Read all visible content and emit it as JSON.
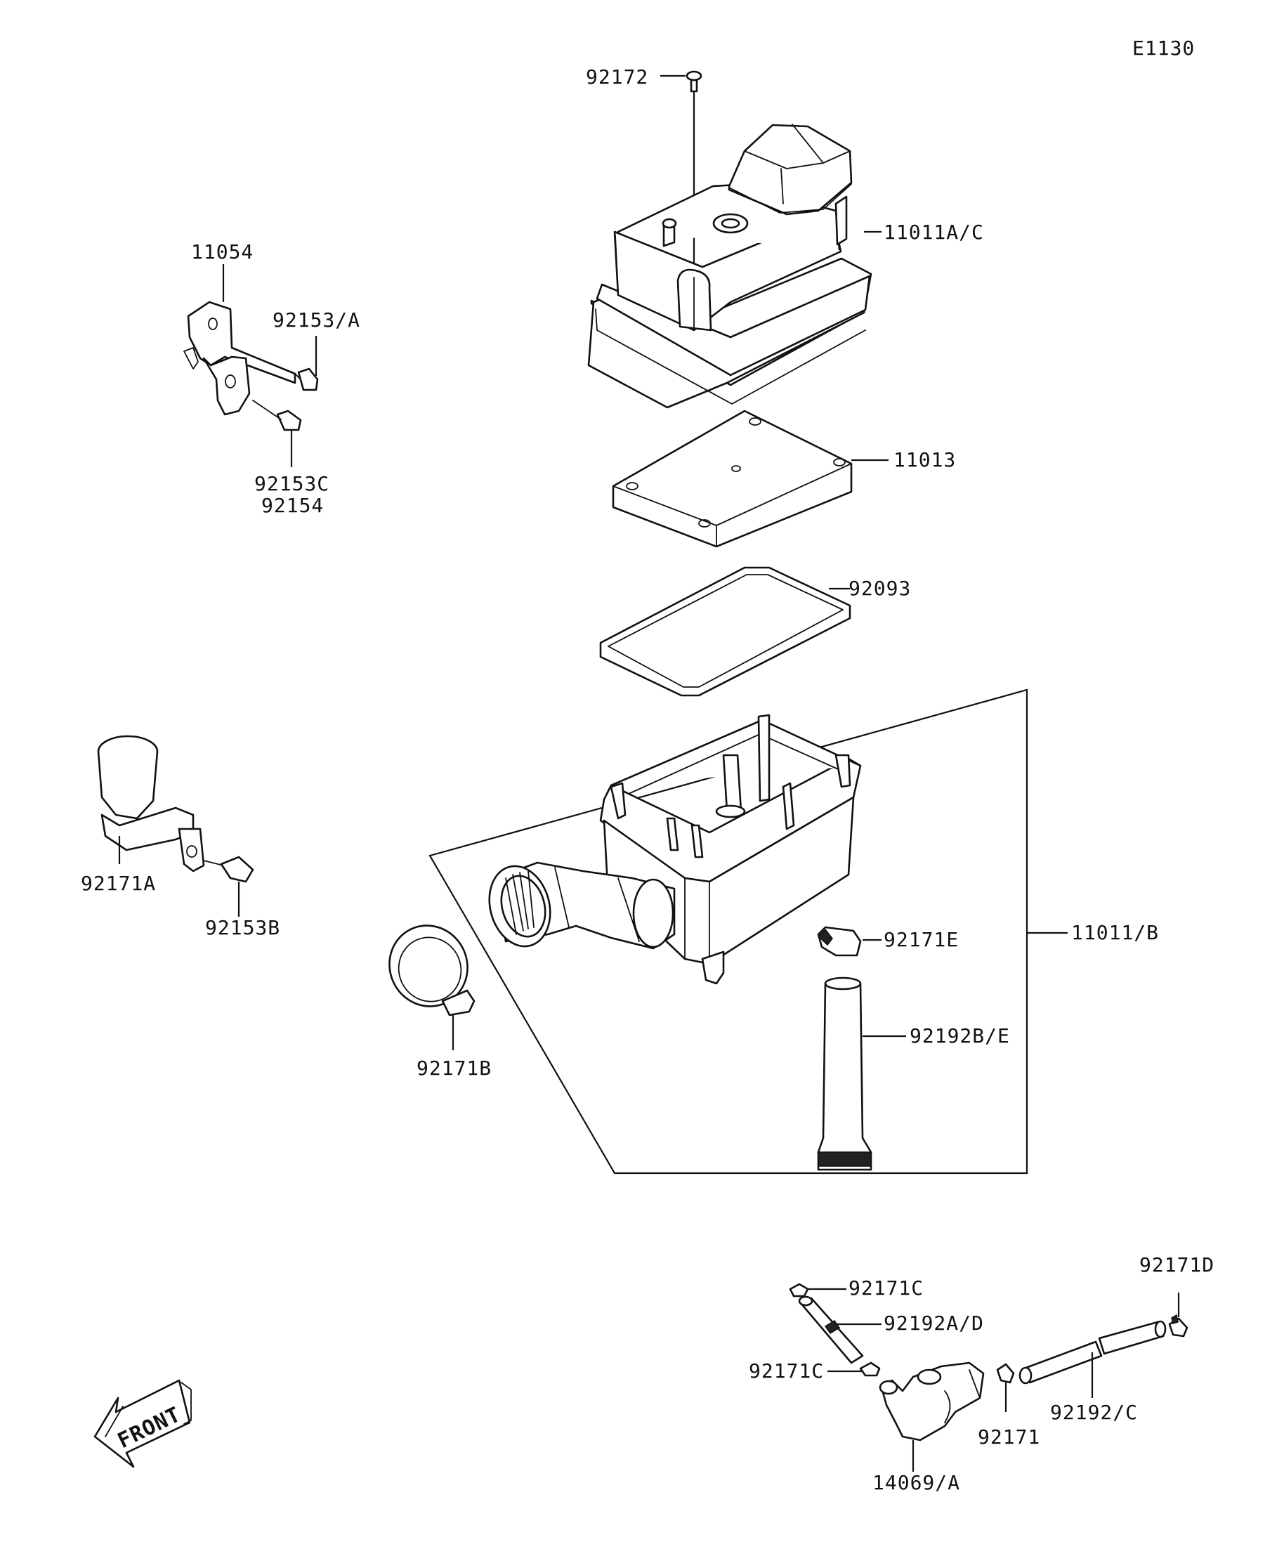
{
  "diagram": {
    "code": "E1130",
    "front_label": "FRONT",
    "labels": {
      "l92172": "92172",
      "l11011AC": "11011A/C",
      "l11054": "11054",
      "l92153A": "92153/A",
      "l92153C": "92153C",
      "l92154": "92154",
      "l11013": "11013",
      "l92093": "92093",
      "l92171A": "92171A",
      "l92153B": "92153B",
      "l92171E": "92171E",
      "l11011B": "11011/B",
      "l92192BE": "92192B/E",
      "l92171B": "92171B",
      "l92171C_top": "92171C",
      "l92192AD": "92192A/D",
      "l92171C_bottom": "92171C",
      "l92171D": "92171D",
      "l92192C": "92192/C",
      "l92171": "92171",
      "l14069A": "14069/A"
    }
  }
}
